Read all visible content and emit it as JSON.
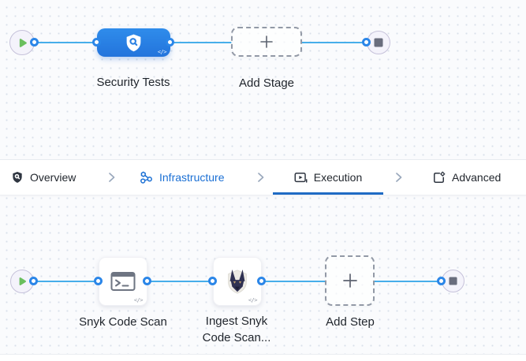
{
  "stage_pipeline": {
    "stage": {
      "label": "Security Tests",
      "icon": "security-scan-shield-icon",
      "code_badge": "</>"
    },
    "add_stage": {
      "label": "Add Stage"
    },
    "start_node": "pipeline-start",
    "end_node": "pipeline-end"
  },
  "tab_bar": {
    "tabs": [
      {
        "label": "Overview",
        "icon": "shield-icon"
      },
      {
        "label": "Infrastructure",
        "icon": "infrastructure-nodes-icon"
      },
      {
        "label": "Execution",
        "icon": "execution-play-box-icon"
      },
      {
        "label": "Advanced",
        "icon": "advanced-box-gear-icon"
      }
    ],
    "active_tab": "Execution",
    "highlighted_tab": "Infrastructure"
  },
  "execution_pipeline": {
    "steps": [
      {
        "label": "Snyk Code Scan",
        "icon": "terminal-icon",
        "code_badge": "</>"
      },
      {
        "label": "Ingest Snyk Code Scan...",
        "icon": "snyk-logo-icon",
        "code_badge": "</>"
      }
    ],
    "add_step": {
      "label": "Add Step"
    }
  },
  "colors": {
    "stage_blue": "#2a80e2",
    "connector_line": "#47aeea",
    "connector_ring": "#2b86e8",
    "active_tab_underline": "#1f6bc4",
    "highlighted_tab_text": "#1a6fd4",
    "play_green": "#6abf5e",
    "canvas_bg": "#fafbfd"
  }
}
